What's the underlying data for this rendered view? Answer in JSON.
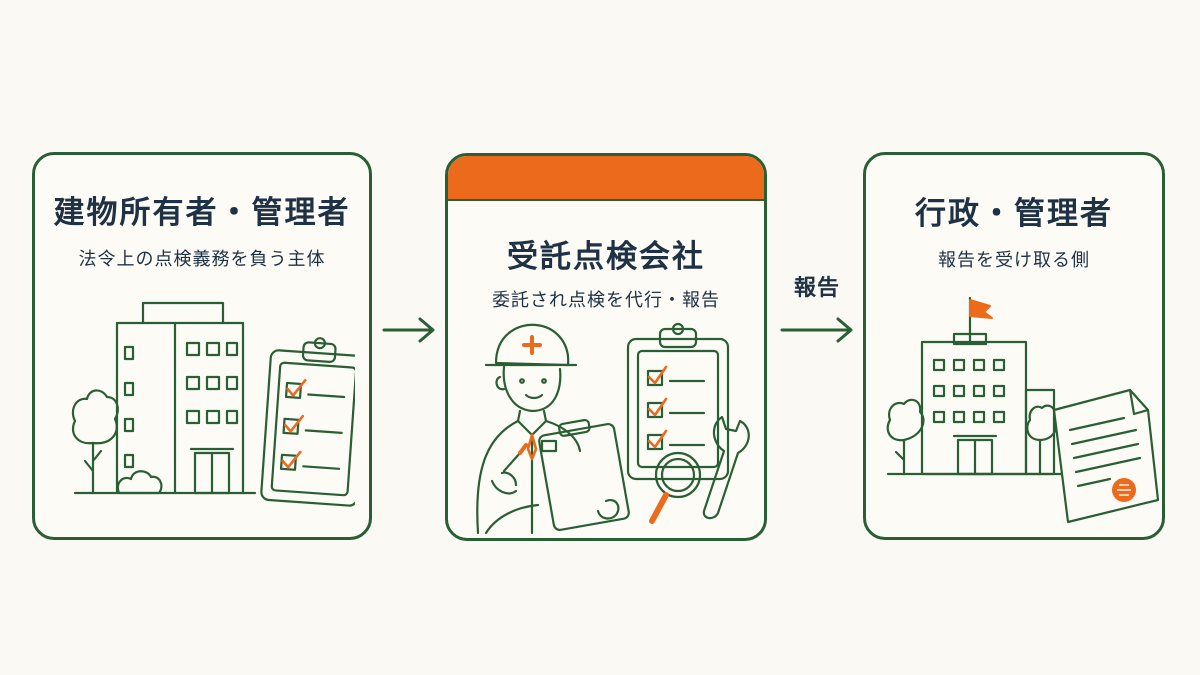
{
  "cards": [
    {
      "title": "建物所有者・管理者",
      "subtitle": "法令上の点検義務を負う主体"
    },
    {
      "title": "受託点検会社",
      "subtitle": "委託され点検を代行・報告"
    },
    {
      "title": "行政・管理者",
      "subtitle": "報告を受け取る側"
    }
  ],
  "connectors": [
    {
      "label": ""
    },
    {
      "label": "報告"
    }
  ],
  "icons": {
    "owner": [
      "office-building-icon",
      "tree-icon",
      "bush-icon",
      "clipboard-checklist-icon"
    ],
    "contractor": [
      "worker-with-hard-hat-icon",
      "clipboard-checklist-icon",
      "magnifying-glass-icon",
      "wrench-icon"
    ],
    "admin": [
      "government-building-icon",
      "flag-icon",
      "tree-icon",
      "official-document-with-seal-icon"
    ]
  },
  "colors": {
    "line": "#2a5e34",
    "accent": "#ec6a1c",
    "text": "#1f3144",
    "background": "#fbf9f4"
  }
}
